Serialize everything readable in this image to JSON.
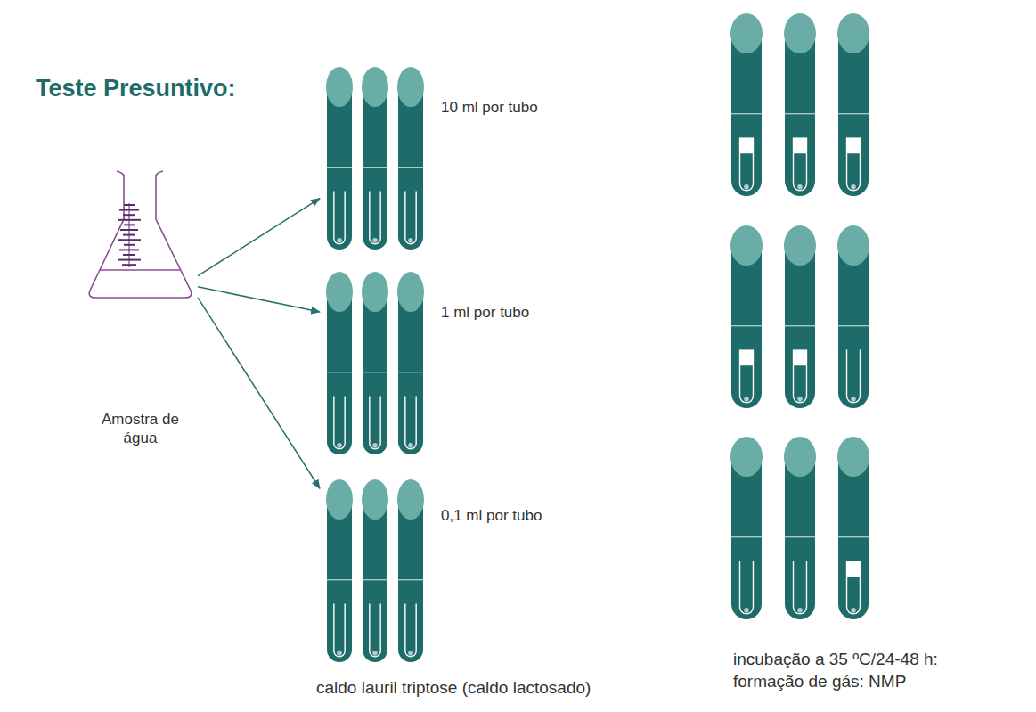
{
  "diagram": {
    "title": "Teste Presuntivo:",
    "nodes": [
      {
        "text": [
          "Amostra de água"
        ]
      },
      {
        "text": [
          "10 ml por tubo"
        ]
      },
      {
        "text": [
          "1 ml por tubo"
        ]
      },
      {
        "text": [
          "0,1 ml por tubo"
        ]
      }
    ],
    "edges": [
      {
        "from": 0,
        "to": 1,
        "arrow": "to"
      },
      {
        "from": 0,
        "to": 2,
        "arrow": "to"
      },
      {
        "from": 0,
        "to": 3,
        "arrow": "to"
      }
    ],
    "labels": [
      "caldo lauril triptose (caldo lactosado)",
      "incubação a 35 ºC/24-48 h: formação de gás: NMP"
    ]
  }
}
